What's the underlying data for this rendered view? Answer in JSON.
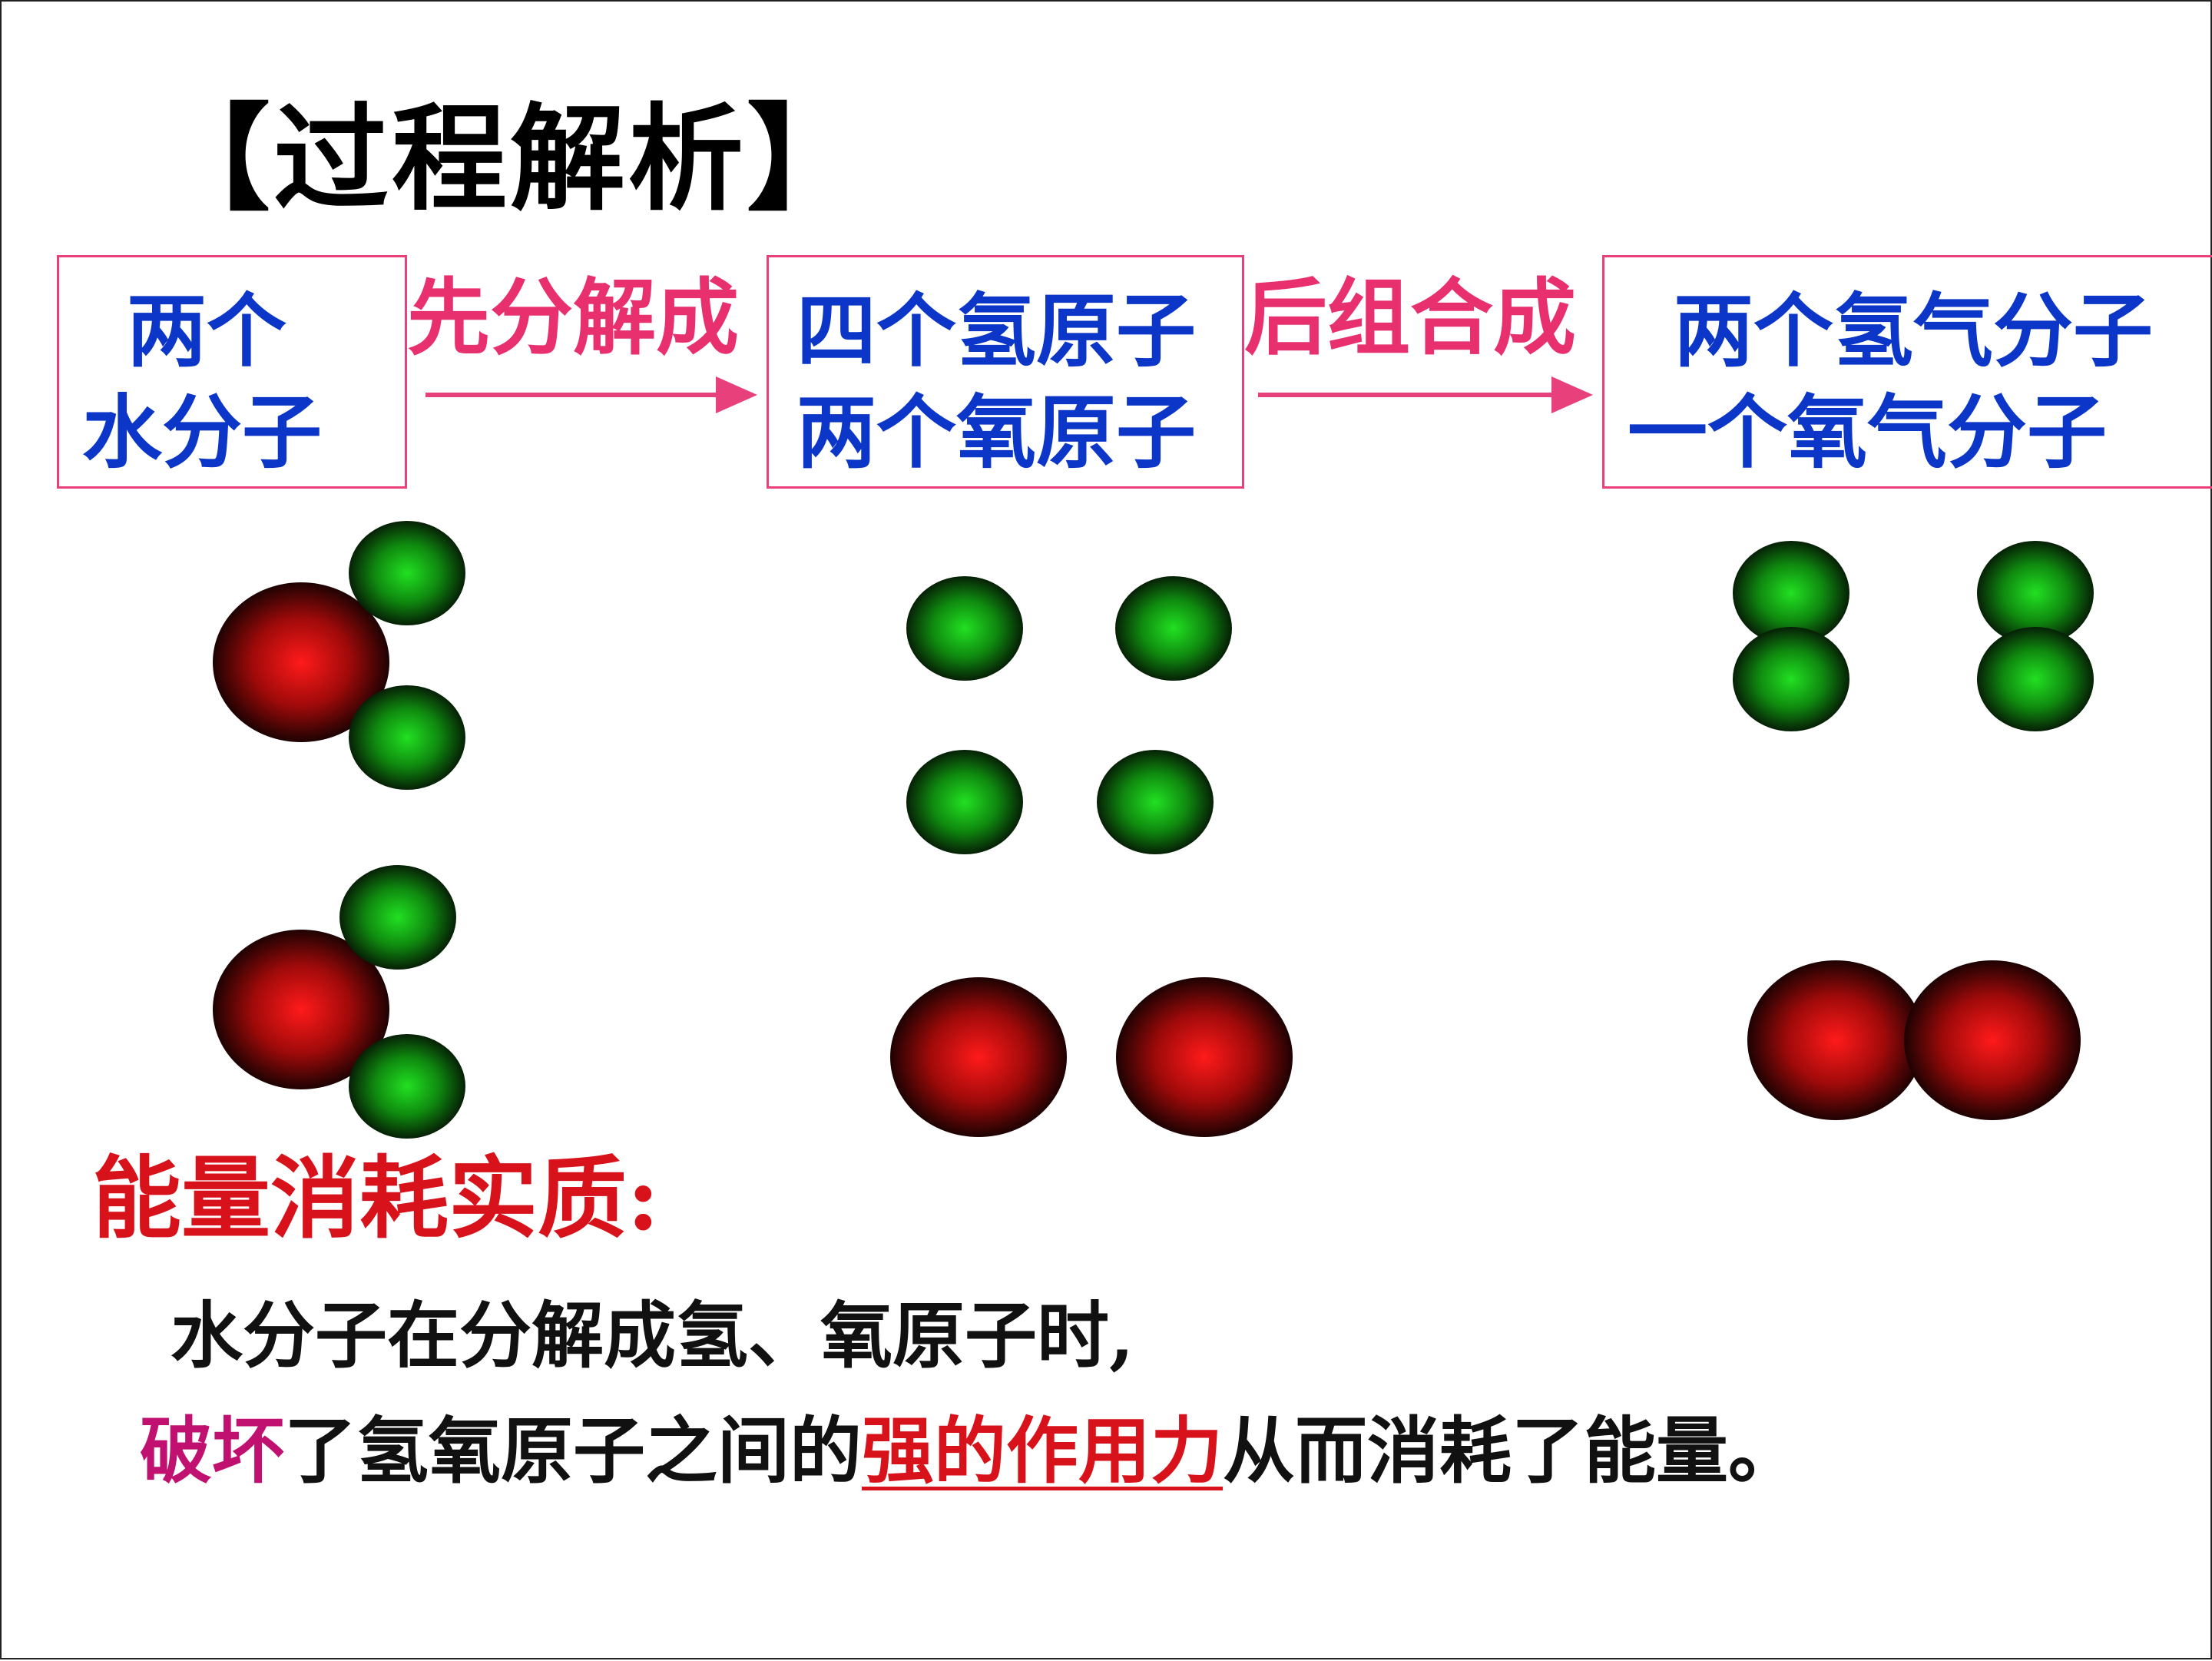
{
  "slide": {
    "title": "【过程解析】",
    "box_water": {
      "line1": "两个",
      "line2": "水分子"
    },
    "step_decompose": "先分解成",
    "box_atoms": {
      "line1": "四个氢原子",
      "line2": "两个氧原子"
    },
    "step_combine": "后组合成",
    "box_products": {
      "line1": "两个氢气分子",
      "line2": "一个氧气分子"
    },
    "energy_heading": "能量消耗实质:",
    "paragraph_line1": "水分子在分解成氢、氧原子时,",
    "paragraph_line2": {
      "part1": "破坏",
      "part2": "了氢氧原子之间的",
      "part3": "强的作用力",
      "part4": "从而消耗了能量。"
    }
  },
  "colors": {
    "box_border": "#e8407a",
    "box_text": "#0b36c8",
    "step_text": "#e8306e",
    "heading": "#d8121a",
    "hydrogen_atom": "#1ec81e",
    "oxygen_atom": "#e01010"
  }
}
